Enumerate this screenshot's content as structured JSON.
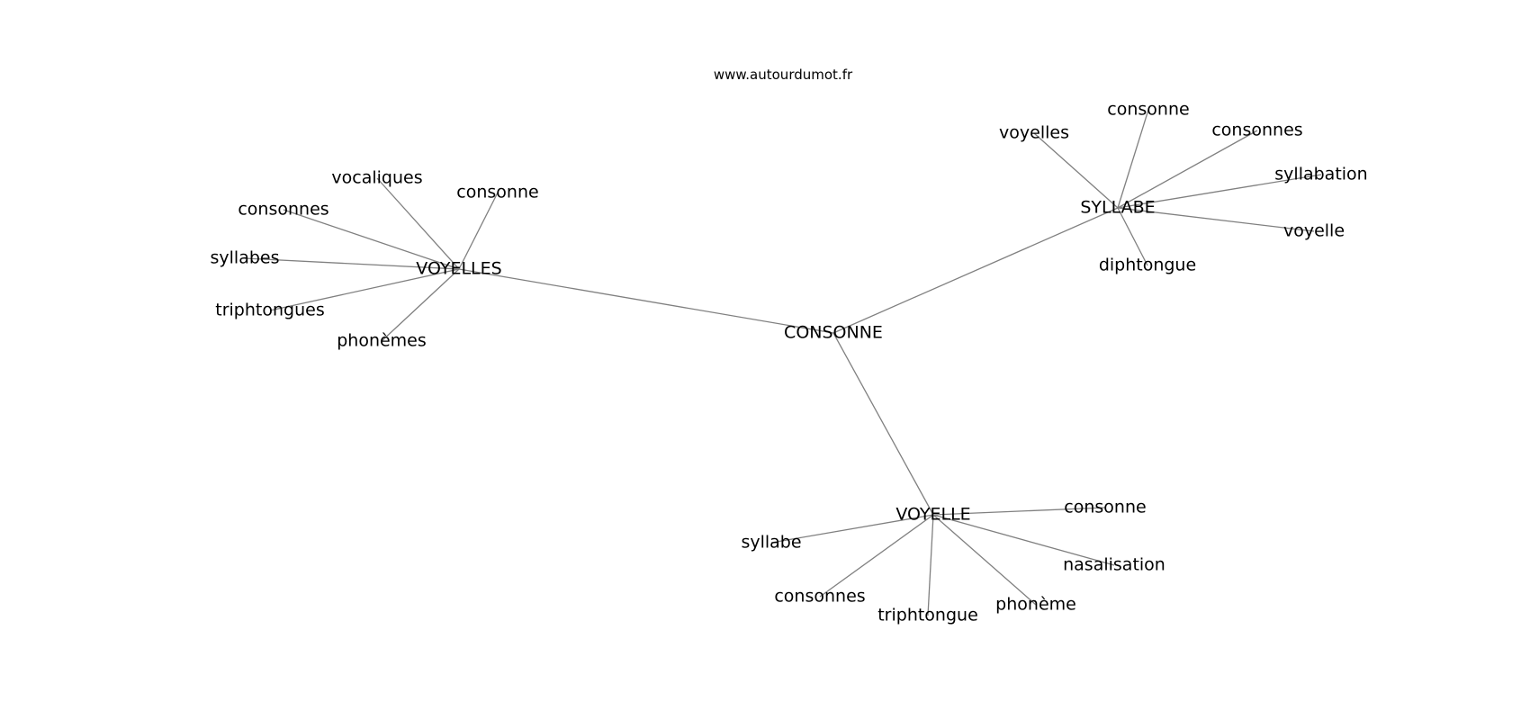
{
  "site": "www.autourdumot.fr",
  "graph": {
    "nodes": [
      {
        "id": "consonne_center",
        "label": "CONSONNE"
      },
      {
        "id": "voyelles_hub",
        "label": "VOYELLES"
      },
      {
        "id": "syllabe_hub",
        "label": "SYLLABE"
      },
      {
        "id": "voyelle_hub",
        "label": "VOYELLE"
      },
      {
        "id": "v_vocaliques",
        "label": "vocaliques"
      },
      {
        "id": "v_consonne",
        "label": "consonne"
      },
      {
        "id": "v_consonnes",
        "label": "consonnes"
      },
      {
        "id": "v_syllabes",
        "label": "syllabes"
      },
      {
        "id": "v_triphtongues",
        "label": "triphtongues"
      },
      {
        "id": "v_phonemes",
        "label": "phonèmes"
      },
      {
        "id": "s_voyelles",
        "label": "voyelles"
      },
      {
        "id": "s_consonne",
        "label": "consonne"
      },
      {
        "id": "s_consonnes",
        "label": "consonnes"
      },
      {
        "id": "s_syllabation",
        "label": "syllabation"
      },
      {
        "id": "s_voyelle",
        "label": "voyelle"
      },
      {
        "id": "s_diphtongue",
        "label": "diphtongue"
      },
      {
        "id": "o_consonne",
        "label": "consonne"
      },
      {
        "id": "o_syllabe",
        "label": "syllabe"
      },
      {
        "id": "o_nasalisation",
        "label": "nasalisation"
      },
      {
        "id": "o_consonnes",
        "label": "consonnes"
      },
      {
        "id": "o_phoneme",
        "label": "phonème"
      },
      {
        "id": "o_triphtongue",
        "label": "triphtongue"
      }
    ],
    "edges": [
      [
        "consonne_center",
        "voyelles_hub"
      ],
      [
        "consonne_center",
        "syllabe_hub"
      ],
      [
        "consonne_center",
        "voyelle_hub"
      ],
      [
        "voyelles_hub",
        "v_vocaliques"
      ],
      [
        "voyelles_hub",
        "v_consonne"
      ],
      [
        "voyelles_hub",
        "v_consonnes"
      ],
      [
        "voyelles_hub",
        "v_syllabes"
      ],
      [
        "voyelles_hub",
        "v_triphtongues"
      ],
      [
        "voyelles_hub",
        "v_phonemes"
      ],
      [
        "syllabe_hub",
        "s_voyelles"
      ],
      [
        "syllabe_hub",
        "s_consonne"
      ],
      [
        "syllabe_hub",
        "s_consonnes"
      ],
      [
        "syllabe_hub",
        "s_syllabation"
      ],
      [
        "syllabe_hub",
        "s_voyelle"
      ],
      [
        "syllabe_hub",
        "s_diphtongue"
      ],
      [
        "voyelle_hub",
        "o_consonne"
      ],
      [
        "voyelle_hub",
        "o_syllabe"
      ],
      [
        "voyelle_hub",
        "o_nasalisation"
      ],
      [
        "voyelle_hub",
        "o_consonnes"
      ],
      [
        "voyelle_hub",
        "o_phoneme"
      ],
      [
        "voyelle_hub",
        "o_triphtongue"
      ]
    ]
  }
}
